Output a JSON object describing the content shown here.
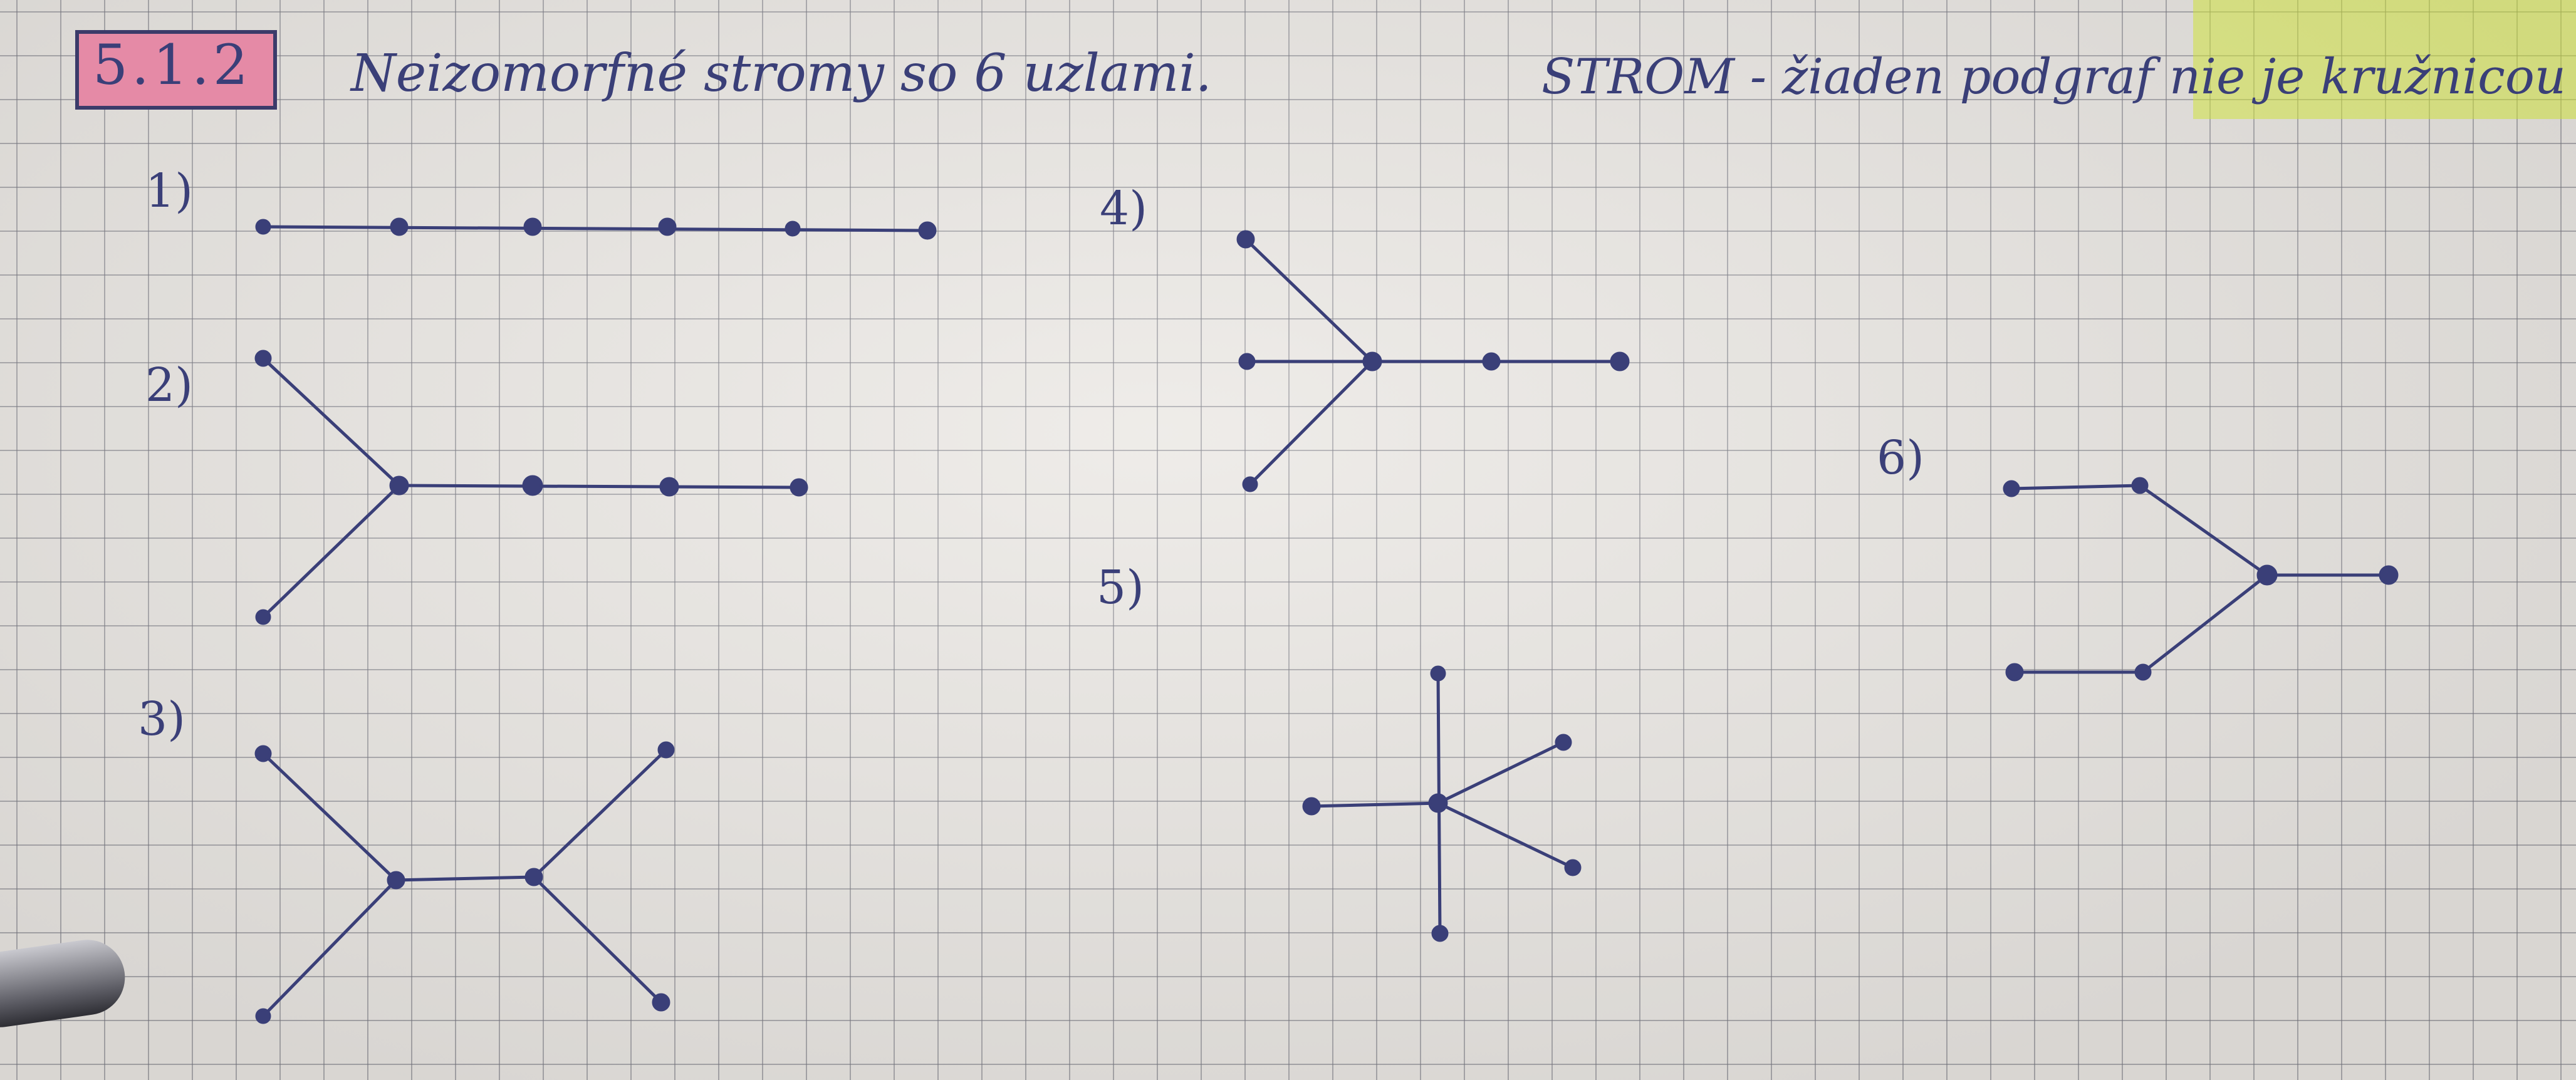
{
  "header": {
    "exercise_number": "5.1.2",
    "title": "Neizomorfné stromy so 6 uzlami.",
    "definition": "STROM - žiaden podgraf nie je kružnicou"
  },
  "trees": [
    {
      "label": "1)"
    },
    {
      "label": "2)"
    },
    {
      "label": "3)"
    },
    {
      "label": "4)"
    },
    {
      "label": "5)"
    },
    {
      "label": "6)"
    }
  ],
  "colors": {
    "ink": "#3a3f78",
    "header_box": "#e58aa6",
    "highlighter": "#dcf03c",
    "grid": "#78787f"
  }
}
